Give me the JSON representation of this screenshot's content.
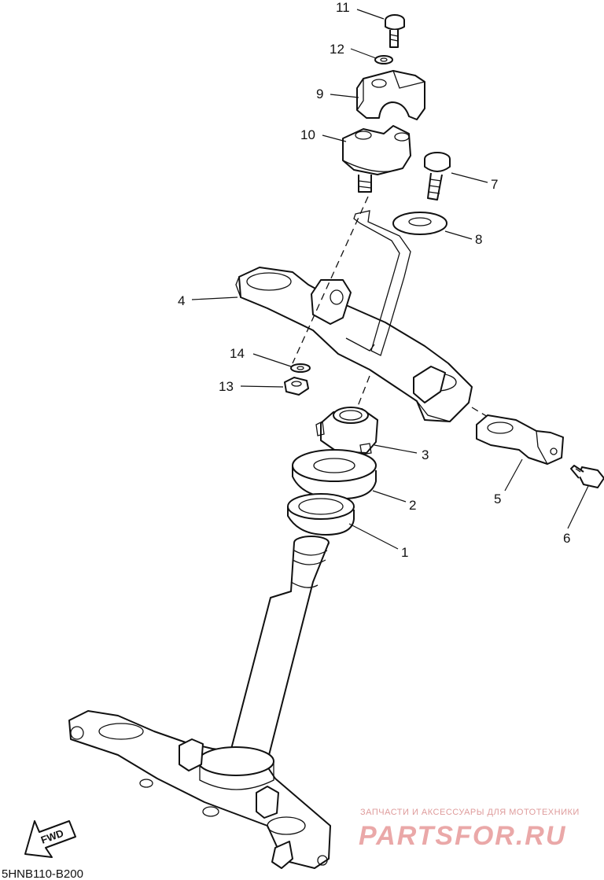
{
  "diagram": {
    "part_numbers": [
      "1",
      "2",
      "3",
      "4",
      "5",
      "6",
      "7",
      "8",
      "9",
      "10",
      "11",
      "12",
      "13",
      "14"
    ],
    "code": "5HNB110-B200",
    "fwd_label": "FWD",
    "watermark_tagline": "ЗАПЧАСТИ И АКСЕССУАРЫ ДЛЯ МОТОТЕХНИКИ",
    "watermark_brand": "PARTSFOR.RU",
    "colors": {
      "line": "#111111",
      "watermark": "#e79a9a"
    }
  }
}
